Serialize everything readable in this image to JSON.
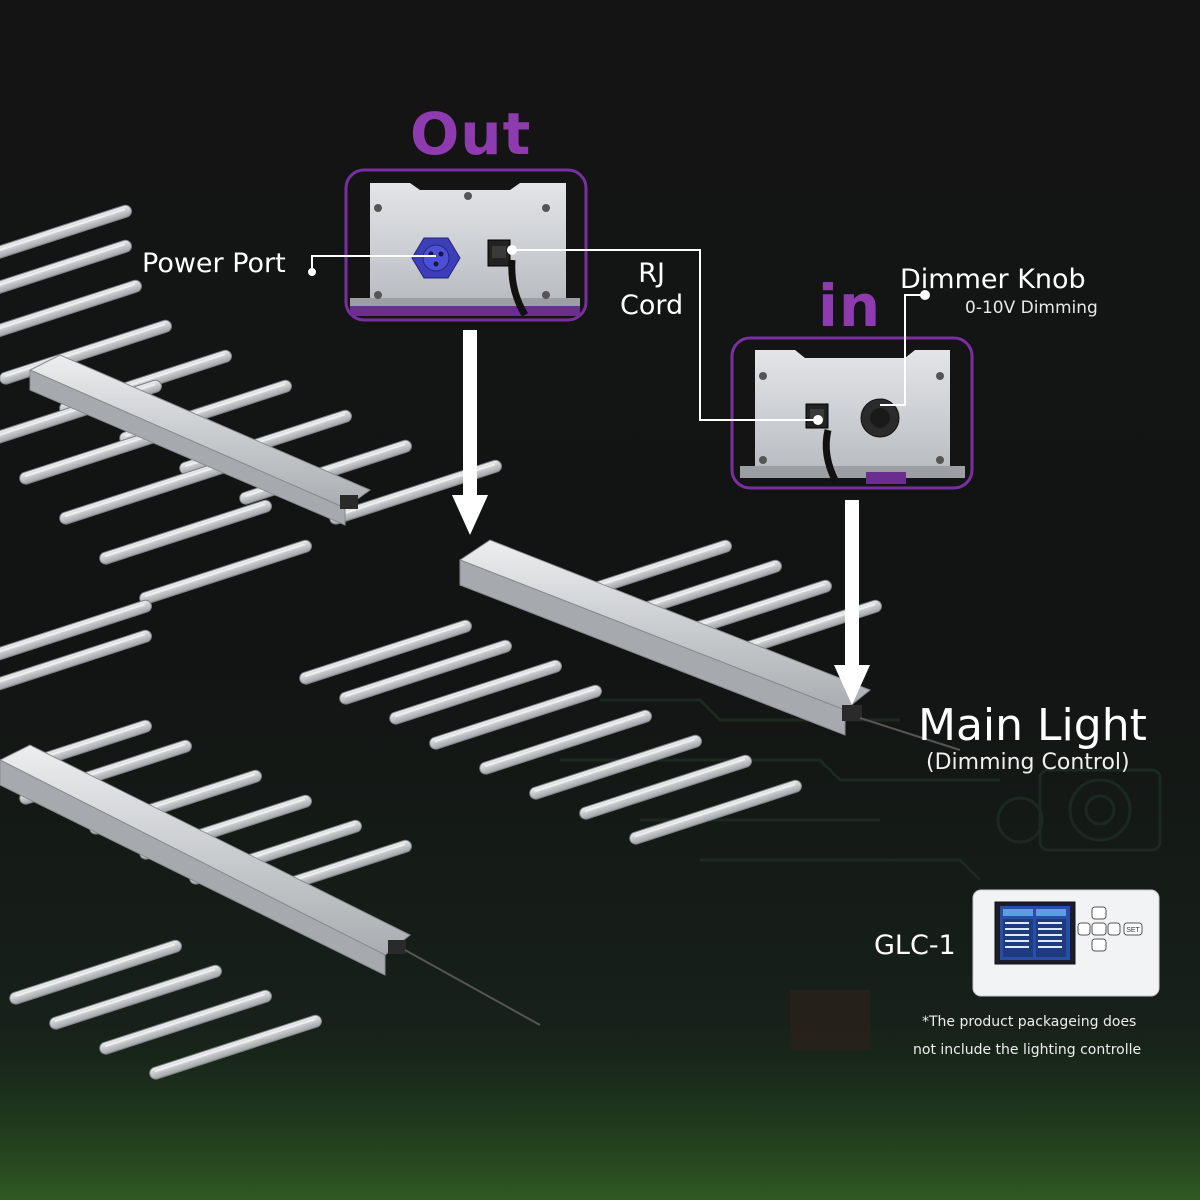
{
  "colors": {
    "accent_purple": "#8e3bb0",
    "background": "#121212",
    "fixture_aluminum": "#cfd3d6",
    "port_blue": "#3d3fb8",
    "text": "#ffffff"
  },
  "headings": {
    "out": "Out",
    "in": "in"
  },
  "labels": {
    "power_port": "Power Port",
    "rj_cord_line1": "RJ",
    "rj_cord_line2": "Cord",
    "dimmer_knob": "Dimmer Knob",
    "dimmer_sub": "0-10V Dimming",
    "main_light": "Main Light",
    "main_light_sub": "(Dimming Control)",
    "controller": "GLC-1"
  },
  "note": {
    "line1": "*The product packageing does",
    "line2": "not include the lighting controlle"
  },
  "controller_keypad": {
    "set_label": "SET"
  },
  "icons": [
    "power-port-icon",
    "rj-jack-icon",
    "dimmer-knob-icon",
    "arrow-down-icon",
    "grow-light-icon",
    "controller-icon"
  ]
}
